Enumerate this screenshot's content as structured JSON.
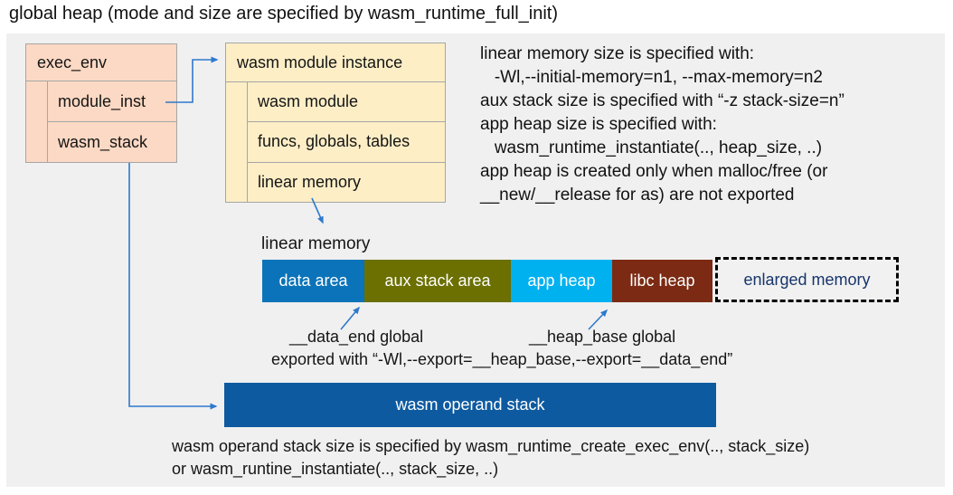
{
  "title": "global heap (mode and size are specified by wasm_runtime_full_init)",
  "exec_env": {
    "header": "exec_env",
    "rows": [
      "module_inst",
      "wasm_stack"
    ]
  },
  "module_instance": {
    "header": "wasm module instance",
    "rows": [
      "wasm module",
      "funcs, globals, tables",
      "linear memory"
    ]
  },
  "notes": {
    "lines": [
      "linear memory size is specified with:",
      "   -Wl,--initial-memory=n1, --max-memory=n2",
      "aux stack size is specified with “-z stack-size=n”",
      "app heap size is specified with:",
      "   wasm_runtime_instantiate(.., heap_size, ..)",
      "app heap is created only when malloc/free (or",
      "__new/__release for as) are not exported"
    ]
  },
  "linear_memory": {
    "label": "linear memory",
    "segments": [
      {
        "label": "data area"
      },
      {
        "label": "aux stack area"
      },
      {
        "label": "app heap"
      },
      {
        "label": "libc heap"
      }
    ],
    "enlarged_label": "enlarged memory"
  },
  "annotations": {
    "data_end": "__data_end global",
    "heap_base": "__heap_base global",
    "exported": "exported with “-Wl,--export=__heap_base,--export=__data_end”"
  },
  "operand_stack_label": "wasm operand stack",
  "footer": {
    "lines": [
      "wasm operand stack size is specified by wasm_runtime_create_exec_env(.., stack_size)",
      "or wasm_runtine_instantiate(.., stack_size, ..)"
    ]
  },
  "colors": {
    "canvas-bg": "#f0f0f0",
    "exec-box-bg": "#fcd9c4",
    "inst-box-bg": "#fdeec6",
    "box-border": "#a6a6a6",
    "seg-data-area": "#0b73b9",
    "seg-aux-stack": "#6b7000",
    "seg-app-heap": "#00b1f0",
    "seg-libc-heap": "#7c2a13",
    "operand-stack-bg": "#0d5aa0",
    "enlarged-text": "#17356b",
    "connector": "#2e79cc"
  }
}
